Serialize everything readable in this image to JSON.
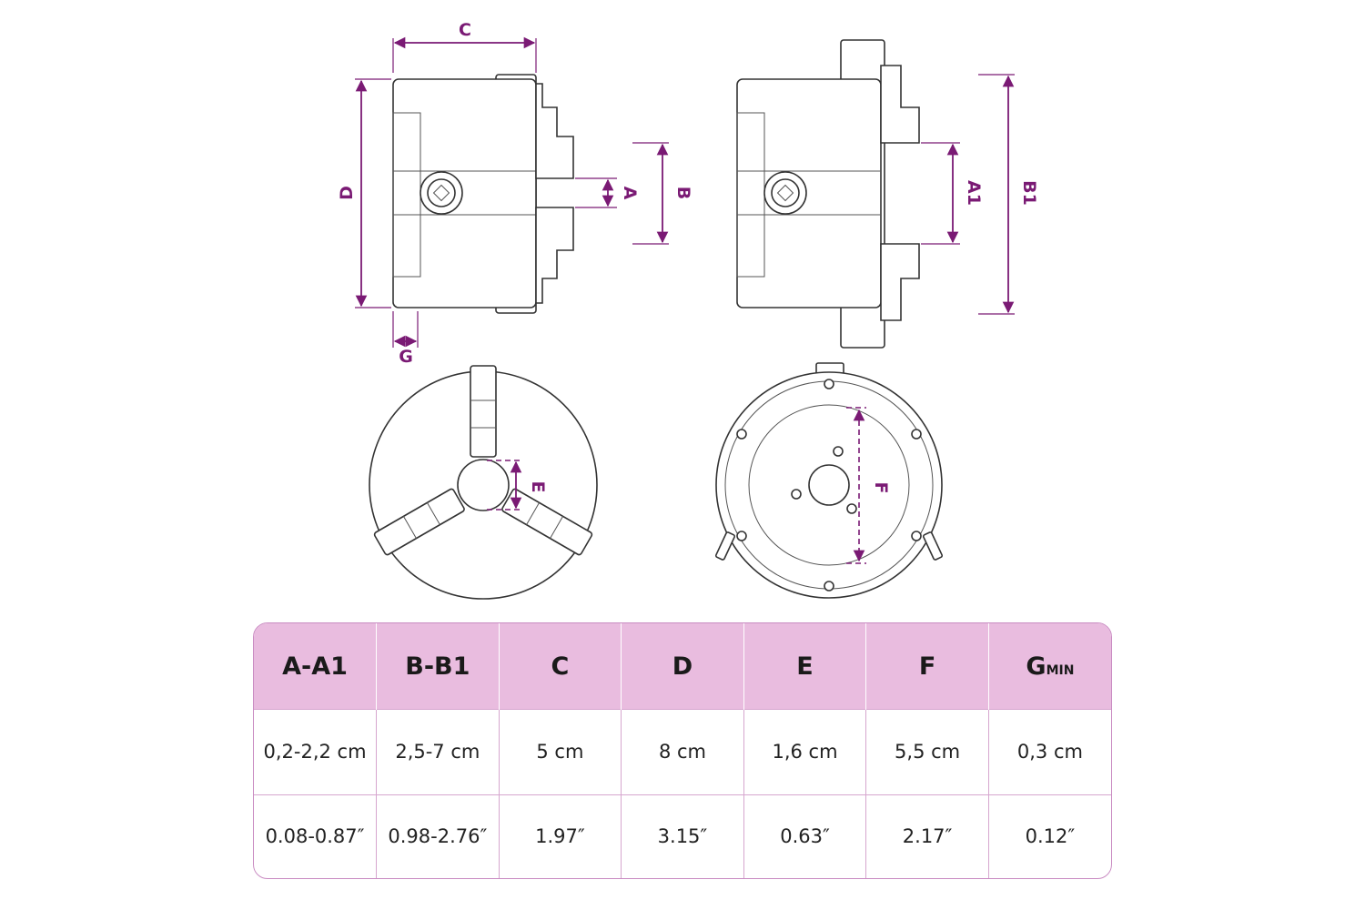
{
  "dimension_labels": {
    "A": "A",
    "B": "B",
    "C": "C",
    "D": "D",
    "G": "G",
    "A1": "A1",
    "B1": "B1",
    "E": "E",
    "F": "F"
  },
  "table": {
    "headers": [
      {
        "main": "A-A1",
        "sub": ""
      },
      {
        "main": "B-B1",
        "sub": ""
      },
      {
        "main": "C",
        "sub": ""
      },
      {
        "main": "D",
        "sub": ""
      },
      {
        "main": "E",
        "sub": ""
      },
      {
        "main": "F",
        "sub": ""
      },
      {
        "main": "G",
        "sub": "MIN"
      }
    ],
    "rows": [
      [
        "0,2-2,2 cm",
        "2,5-7 cm",
        "5 cm",
        "8 cm",
        "1,6 cm",
        "5,5 cm",
        "0,3 cm"
      ],
      [
        "0.08-0.87″",
        "0.98-2.76″",
        "1.97″",
        "3.15″",
        "0.63″",
        "2.17″",
        "0.12″"
      ]
    ]
  },
  "colors": {
    "accent": "#7a1a74",
    "header_bg": "#e9bcdf",
    "border": "#d6a6cf"
  }
}
